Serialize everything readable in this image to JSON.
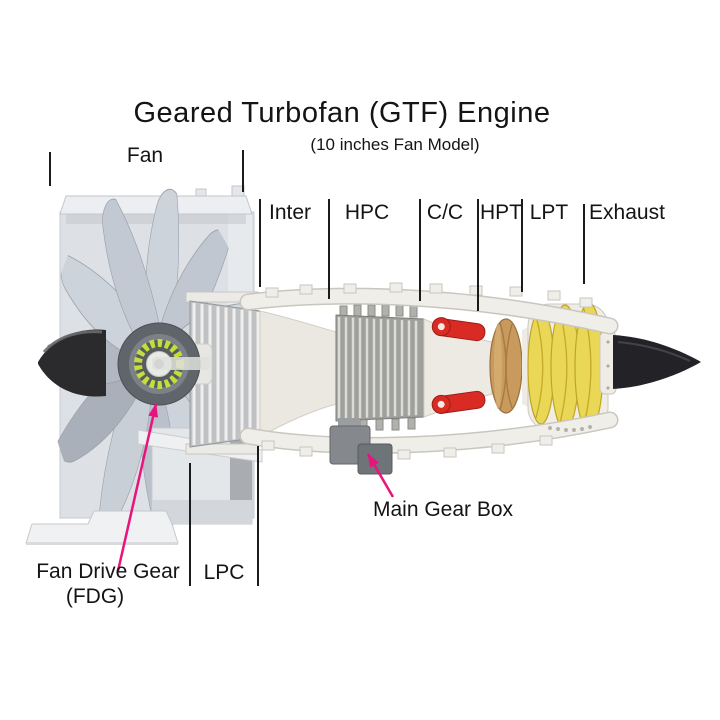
{
  "diagram": {
    "title": "Geared Turbofan (GTF) Engine",
    "subtitle": "(10 inches Fan Model)",
    "sections": {
      "fan": "Fan",
      "inter": "Inter",
      "hpc": "HPC",
      "cc": "C/C",
      "hpt": "HPT",
      "lpt": "LPT",
      "exhaust": "Exhaust",
      "lpc": "LPC"
    },
    "callouts": {
      "fan_drive_gear": "Fan Drive Gear",
      "fdg_abbrev": "(FDG)",
      "main_gear_box": "Main Gear Box"
    },
    "colors": {
      "text": "#141414",
      "leader_line": "#1b1b1b",
      "annotation_pink": "#e8137c",
      "fan_blade_gray": "#cdd3da",
      "fan_case_white": "#eceef1",
      "core_casing_white": "#f0eee8",
      "lpc_gray": "#bfc2c5",
      "hpc_gray": "#9fa09c",
      "combustor_red": "#da2a24",
      "hpt_tan": "#c99a5d",
      "lpt_yellow": "#ead755",
      "fan_drive_gear_green": "#c4dd3e",
      "spinner_black": "#2b2b2d",
      "exhaust_black": "#232327",
      "gearbox_gray": "#85898d"
    }
  }
}
